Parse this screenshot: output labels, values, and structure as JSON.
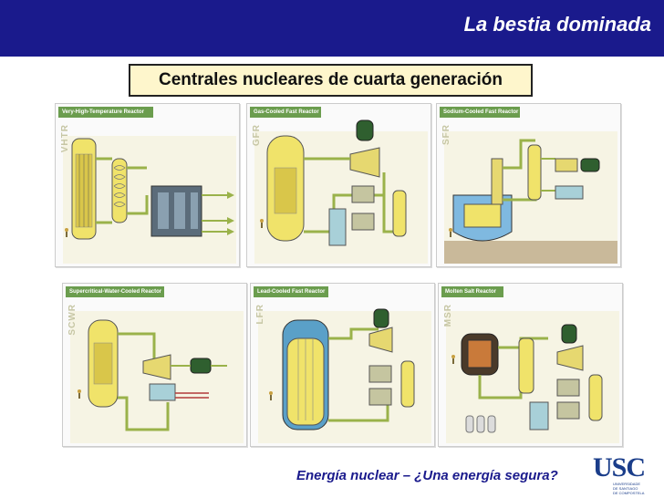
{
  "slide": {
    "title": "La bestia dominada",
    "subtitle": "Centrales nucleares de cuarta generación",
    "footer": "Energía nuclear – ¿Una energía segura?"
  },
  "panels": [
    {
      "title": "Very-High-Temperature Reactor",
      "code": "VHTR"
    },
    {
      "title": "Gas-Cooled Fast Reactor",
      "code": "GFR"
    },
    {
      "title": "Sodium-Cooled Fast Reactor",
      "code": "SFR"
    },
    {
      "title": "Supercritical-Water-Cooled Reactor",
      "code": "SCWR"
    },
    {
      "title": "Lead-Cooled Fast Reactor",
      "code": "LFR"
    },
    {
      "title": "Molten Salt Reactor",
      "code": "MSR"
    }
  ],
  "logo": {
    "letters": "USC",
    "lines": [
      "UNIVERSIDADE",
      "DE SANTIAGO",
      "DE COMPOSTELA"
    ]
  },
  "colors": {
    "header_bar": "#1a1a8c",
    "subtitle_bg": "#fef6cc",
    "panel_header": "#6b9d4e",
    "reactor_yellow": "#f0e36a",
    "pipe_green": "#9ab24a",
    "generator_green": "#2f5f2f",
    "logo_blue": "#1a3d8a"
  }
}
